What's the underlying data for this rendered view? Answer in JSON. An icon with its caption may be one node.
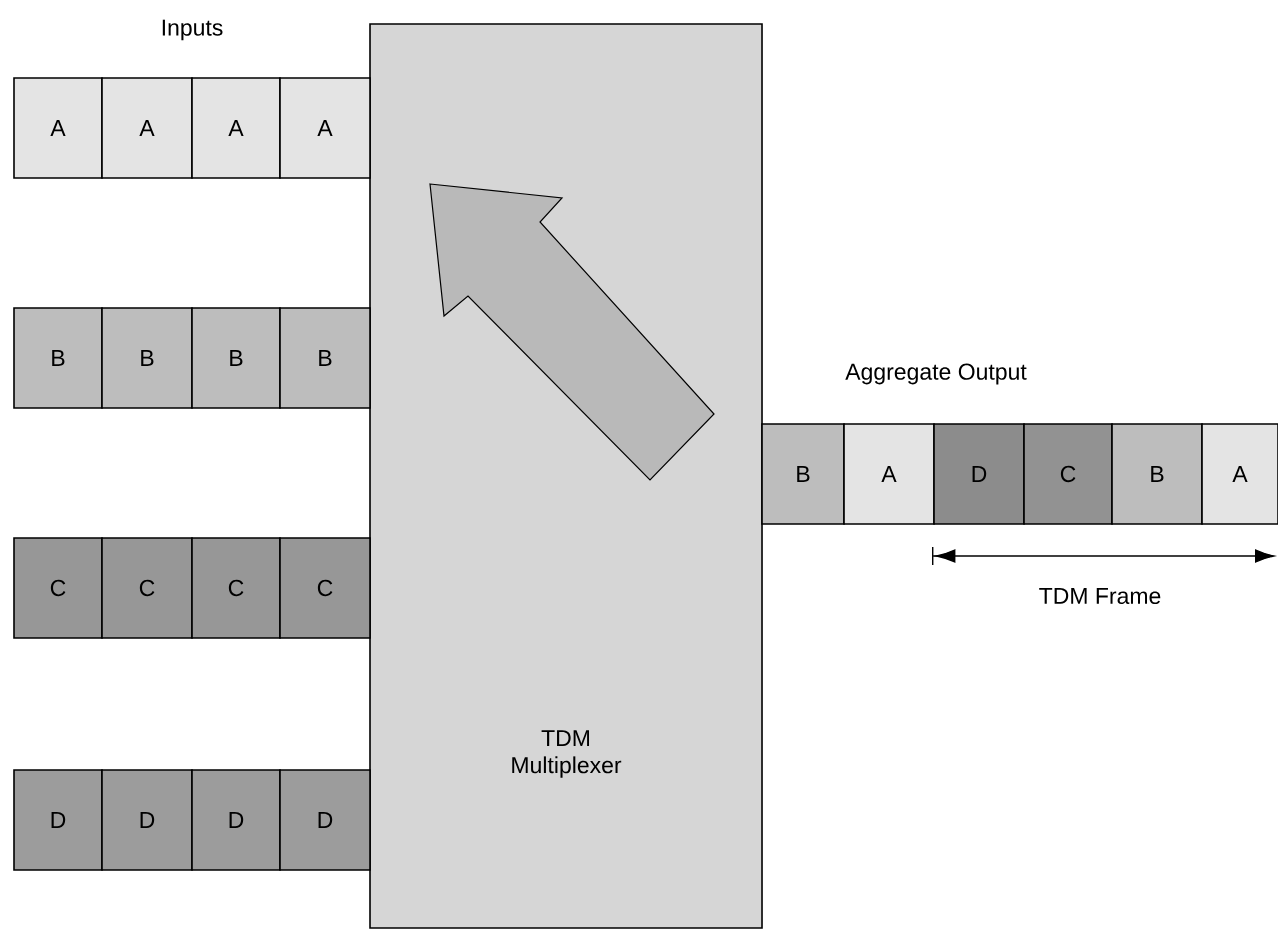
{
  "diagram": {
    "nodes": [
      {
        "text": [
          "A"
        ]
      },
      {
        "text": [
          "A"
        ]
      },
      {
        "text": [
          "A"
        ]
      },
      {
        "text": [
          "A"
        ]
      },
      {
        "text": [
          "B"
        ]
      },
      {
        "text": [
          "B"
        ]
      },
      {
        "text": [
          "B"
        ]
      },
      {
        "text": [
          "B"
        ]
      },
      {
        "text": [
          "C"
        ]
      },
      {
        "text": [
          "C"
        ]
      },
      {
        "text": [
          "C"
        ]
      },
      {
        "text": [
          "C"
        ]
      },
      {
        "text": [
          "D"
        ]
      },
      {
        "text": [
          "D"
        ]
      },
      {
        "text": [
          "D"
        ]
      },
      {
        "text": [
          "D"
        ]
      },
      {
        "text": [
          "TDM Multiplexer"
        ]
      },
      {
        "text": [
          "B"
        ]
      },
      {
        "text": [
          "A"
        ]
      },
      {
        "text": [
          "D"
        ]
      },
      {
        "text": [
          "C"
        ]
      },
      {
        "text": [
          "B"
        ]
      },
      {
        "text": [
          "A"
        ]
      }
    ],
    "labels": [
      "Inputs",
      "Aggregate Output",
      "TDM Frame"
    ]
  }
}
